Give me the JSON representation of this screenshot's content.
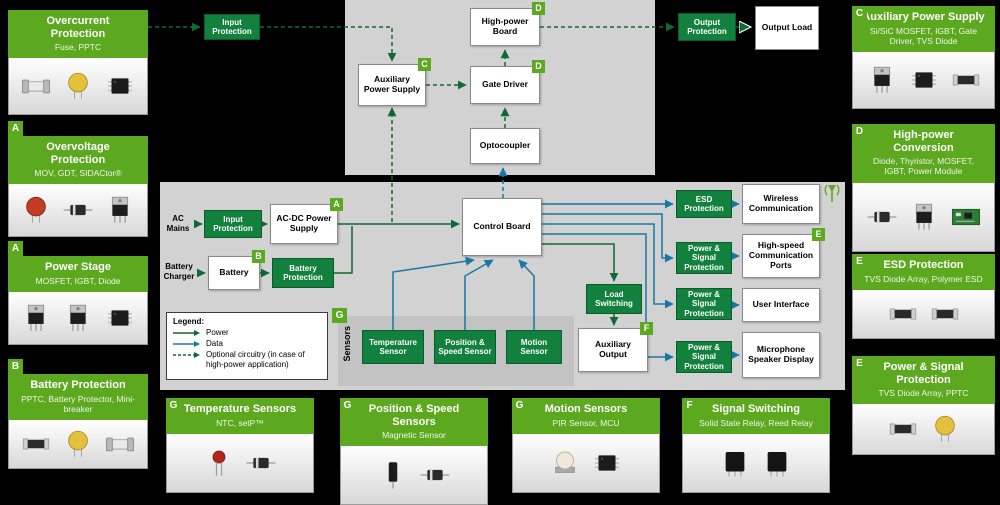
{
  "colors": {
    "brand_green": "#5ca81e",
    "box_green": "#11813d",
    "arrow_green": "#0f6a33",
    "arrow_blue": "#1878a5",
    "panel_gray": "#d2d2d2"
  },
  "cards": {
    "left": [
      {
        "badge": "",
        "title": "Overcurrent Protection",
        "subtitle": "Fuse, PPTC"
      },
      {
        "badge": "A",
        "title": "Overvoltage Protection",
        "subtitle": "MOV, GDT, SIDACtor®"
      },
      {
        "badge": "A",
        "title": "Power Stage",
        "subtitle": "MOSFET, IGBT, Diode"
      },
      {
        "badge": "B",
        "title": "Battery Protection",
        "subtitle": "PPTC, Battery Protector, Mini-breaker"
      }
    ],
    "right": [
      {
        "badge": "C",
        "title": "Auxiliary Power Supply",
        "subtitle": "Si/SiC MOSFET, IGBT, Gate Driver, TVS Diode"
      },
      {
        "badge": "D",
        "title": "High-power Conversion",
        "subtitle": "Diode, Thyristor, MOSFET, IGBT, Power Module"
      },
      {
        "badge": "E",
        "title": "ESD Protection",
        "subtitle": "TVS Diode Array, Polymer ESD"
      },
      {
        "badge": "E",
        "title": "Power & Signal Protection",
        "subtitle": "TVS Diode Array, PPTC"
      }
    ],
    "bottom": [
      {
        "badge": "G",
        "title": "Temperature Sensors",
        "subtitle": "NTC, setP™"
      },
      {
        "badge": "G",
        "title": "Position & Speed Sensors",
        "subtitle": "Magnetic Sensor"
      },
      {
        "badge": "G",
        "title": "Motion Sensors",
        "subtitle": "PIR Sensor, MCU"
      },
      {
        "badge": "F",
        "title": "Signal Switching",
        "subtitle": "Solid State Relay, Reed Relay"
      }
    ]
  },
  "diagram": {
    "top": {
      "input_protection": "Input Protection",
      "aux_power_supply": "Auxiliary Power Supply",
      "aux_power_supply_badge": "C",
      "high_power_board": "High-power Board",
      "high_power_board_badge": "D",
      "gate_driver": "Gate Driver",
      "gate_driver_badge": "D",
      "optocoupler": "Optocoupler",
      "output_protection": "Output Protection",
      "output_load": "Output Load"
    },
    "main": {
      "ac_mains": "AC Mains",
      "input_protection": "Input Protection",
      "ac_dc": "AC-DC Power Supply",
      "ac_dc_badge": "A",
      "battery_charger": "Battery Charger",
      "battery": "Battery",
      "battery_badge": "B",
      "battery_protection": "Battery Protection",
      "control_board": "Control Board",
      "load_switching": "Load Switching",
      "auxiliary_output": "Auxiliary Output",
      "auxiliary_output_badge": "F",
      "esd_protection": "ESD Protection",
      "power_signal_protection": "Power & Signal Protection",
      "wireless": "Wireless Communication",
      "high_speed_ports": "High-speed Communication Ports",
      "high_speed_ports_badge": "E",
      "user_interface": "User Interface",
      "mic_speaker_display": "Microphone Speaker Display"
    },
    "sensors": {
      "label": "Sensors",
      "badge": "G",
      "items": [
        "Temperature Sensor",
        "Position & Speed Sensor",
        "Motion Sensor"
      ]
    },
    "legend": {
      "title": "Legend:",
      "power": "Power",
      "data": "Data",
      "optional": "Optional circuitry (in case of high-power application)"
    }
  }
}
